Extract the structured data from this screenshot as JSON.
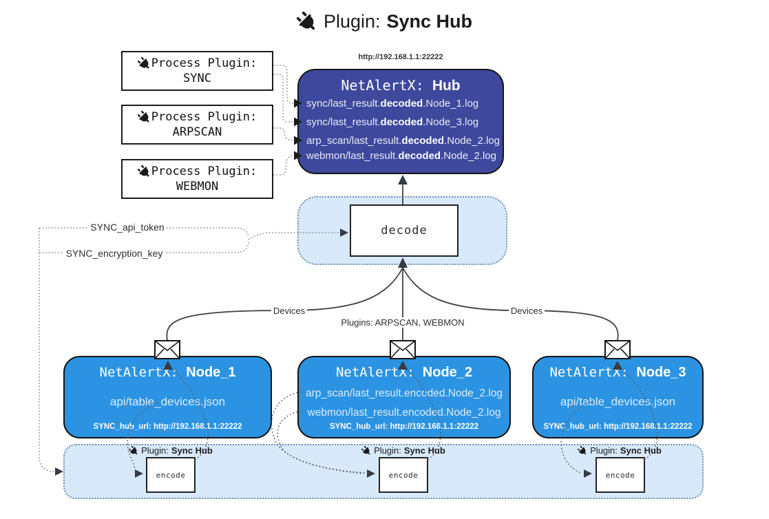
{
  "title": {
    "prefix": "Plugin:",
    "name": "Sync Hub"
  },
  "process_plugins": [
    {
      "label": "Process Plugin:",
      "name": "SYNC"
    },
    {
      "label": "Process Plugin:",
      "name": "ARPSCAN"
    },
    {
      "label": "Process Plugin:",
      "name": "WEBMON"
    }
  ],
  "hub": {
    "url": "http://192.168.1.1:22222",
    "title_prefix": "NetAlertX:",
    "title_name": "Hub",
    "lines": [
      {
        "pre": "sync/last_result.",
        "bold": "decoded",
        "post": ".Node_1.log"
      },
      {
        "pre": "sync/last_result.",
        "bold": "decoded",
        "post": ".Node_3.log"
      },
      {
        "pre": "arp_scan/last_result.",
        "bold": "decoded",
        "post": ".Node_2.log"
      },
      {
        "pre": "webmon/last_result.",
        "bold": "decoded",
        "post": ".Node_2.log"
      }
    ]
  },
  "decode": {
    "label": "decode"
  },
  "config": {
    "api_token": "SYNC_api_token",
    "encryption_key": "SYNC_encryption_key"
  },
  "edges": {
    "devices_left": "Devices",
    "plugins_center": "Plugins: ARPSCAN, WEBMON",
    "devices_right": "Devices"
  },
  "nodes": [
    {
      "title_prefix": "NetAlertX:",
      "title_name": "Node_1",
      "line1": "api/table_devices.json",
      "line2": "",
      "hub_url": "SYNC_hub_url: http://192.168.1.1:22222"
    },
    {
      "title_prefix": "NetAlertX:",
      "title_name": "Node_2",
      "line1": "arp_scan/last_result.encoded.Node_2.log",
      "line2": "webmon/last_result.encoded.Node_2.log",
      "hub_url": "SYNC_hub_url: http://192.168.1.1:22222"
    },
    {
      "title_prefix": "NetAlertX:",
      "title_name": "Node_3",
      "line1": "api/table_devices.json",
      "line2": "",
      "hub_url": "SYNC_hub_url: http://192.168.1.1:22222"
    }
  ],
  "encoders": [
    {
      "plugin_prefix": "Plugin:",
      "plugin_name": "Sync Hub",
      "label": "encode"
    },
    {
      "plugin_prefix": "Plugin:",
      "plugin_name": "Sync Hub",
      "label": "encode"
    },
    {
      "plugin_prefix": "Plugin:",
      "plugin_name": "Sync Hub",
      "label": "encode"
    }
  ],
  "icons": {
    "plug": "plug-icon",
    "envelope": "envelope-icon",
    "bullet": "triangle-right-icon"
  },
  "colors": {
    "hub_fill": "#3E489C",
    "node_fill": "#2B93E2",
    "panel_fill": "#D8E9FA",
    "panel_border": "#7191B5",
    "edge_line": "#3F3F3F",
    "arrow": "#363B45"
  }
}
